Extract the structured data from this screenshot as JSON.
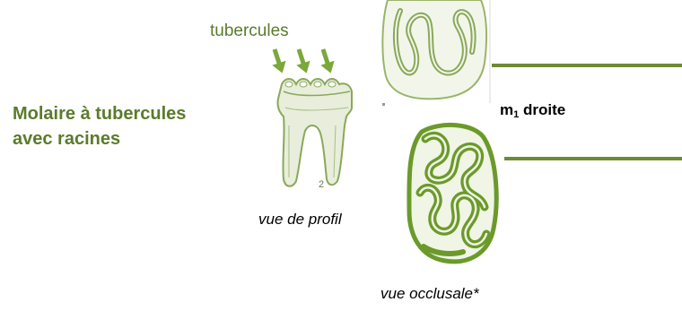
{
  "labels": {
    "title_line1": "Molaire à tubercules",
    "title_line2": "avec racines",
    "tubercules": "tubercules",
    "m1_main": "m",
    "m1_sub": "1",
    "m1_rest": " droite",
    "profil": "vue de profil",
    "occlusale": "vue occlusale*",
    "figure_number": "2"
  },
  "colors": {
    "green_text": "#5b7b2b",
    "green_fill": "#6b9a2a",
    "green_line": "#6e8a36",
    "sketch": "#8aa85a"
  },
  "icons": {
    "arrows": [
      "arrow-down-icon",
      "arrow-down-icon",
      "arrow-down-icon"
    ]
  }
}
